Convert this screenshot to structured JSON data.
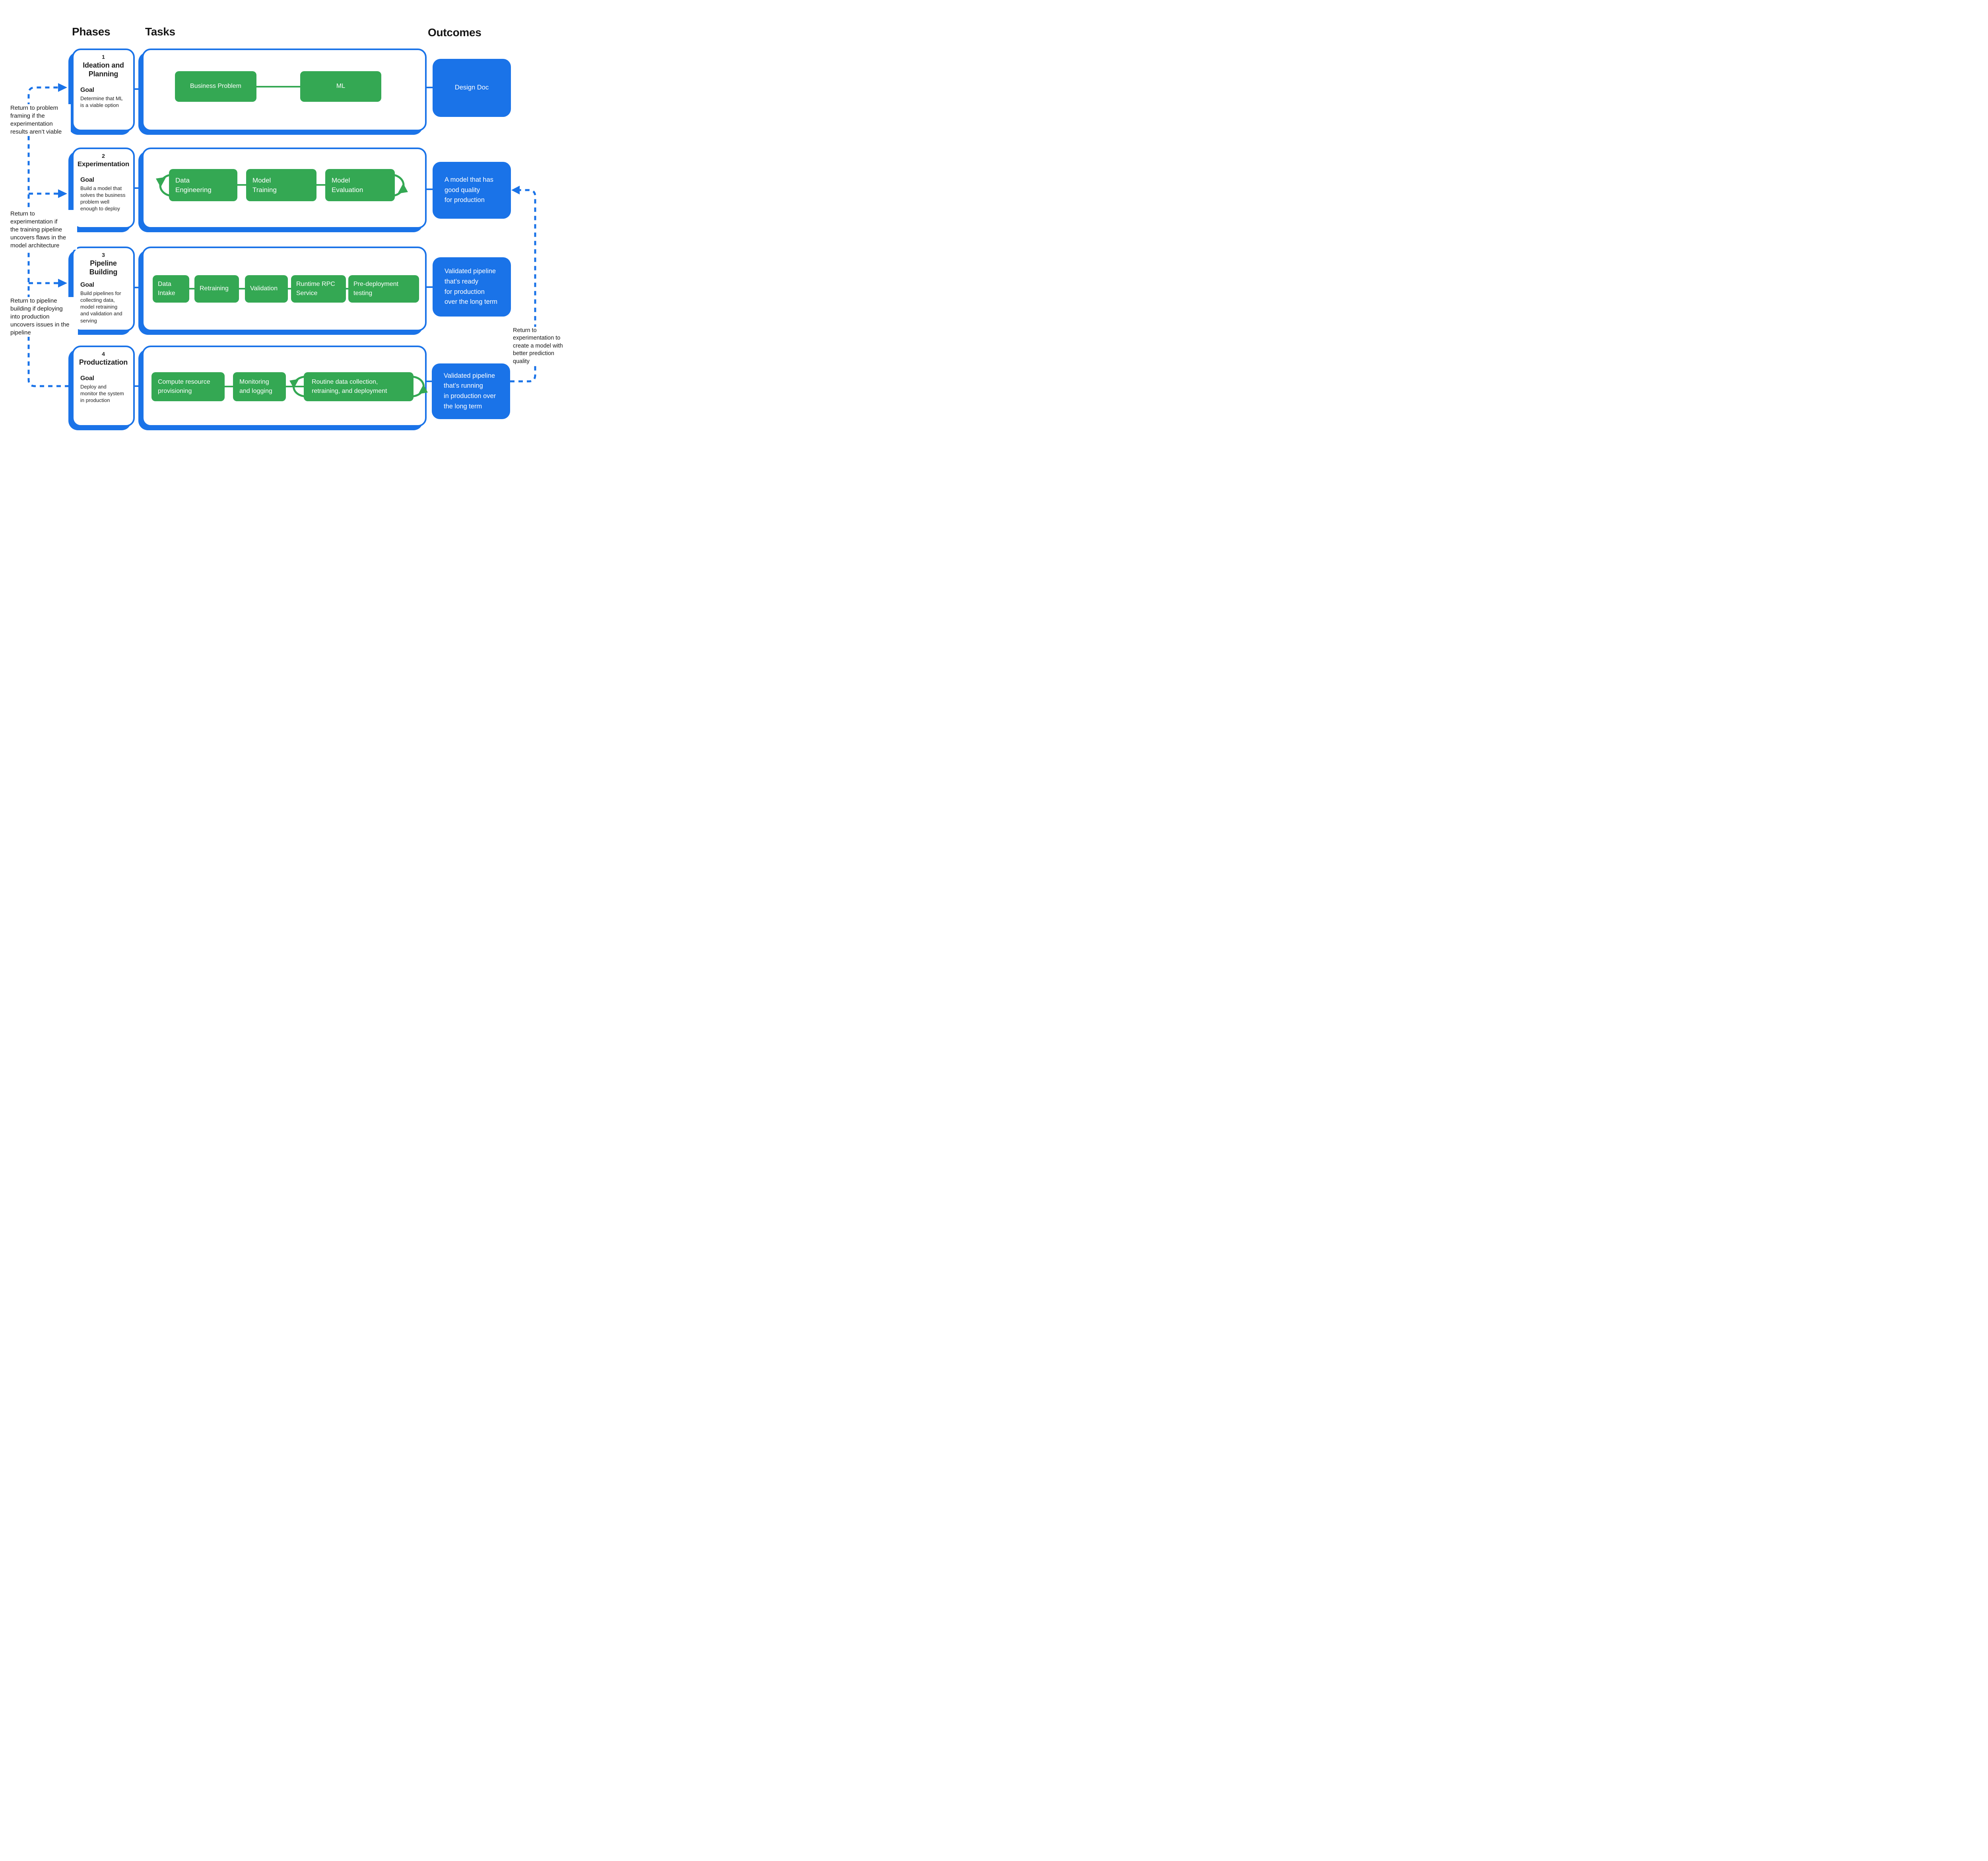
{
  "headers": {
    "phases": "Phases",
    "tasks": "Tasks",
    "outcomes": "Outcomes"
  },
  "colors": {
    "accent_blue": "#1a73e8",
    "accent_green": "#34a853",
    "text": "#1f1f1f"
  },
  "phases": [
    {
      "number": "1",
      "title": "Ideation and Planning",
      "goal_label": "Goal",
      "goal_text": "Determine that ML\nis a viable option",
      "tasks": [
        "Business Problem",
        "ML"
      ],
      "outcome": "Design Doc"
    },
    {
      "number": "2",
      "title": "Experimentation",
      "goal_label": "Goal",
      "goal_text": "Build a model that\nsolves the business\nproblem well\nenough to deploy",
      "tasks": [
        "Data\nEngineering",
        "Model\nTraining",
        "Model\nEvaluation"
      ],
      "outcome": "A model that has\ngood quality\nfor production"
    },
    {
      "number": "3",
      "title": "Pipeline Building",
      "goal_label": "Goal",
      "goal_text": "Build pipelines for\ncollecting data,\nmodel retraining\nand validation and\nserving",
      "tasks": [
        "Data\nIntake",
        "Retraining",
        "Validation",
        "Runtime RPC\nService",
        "Pre-deployment\ntesting"
      ],
      "outcome": "Validated pipeline\nthat’s ready\nfor production\nover the long term"
    },
    {
      "number": "4",
      "title": "Productization",
      "goal_label": "Goal",
      "goal_text": "Deploy and\nmonitor the system\nin production",
      "tasks": [
        "Compute resource\nprovisioning",
        "Monitoring\nand logging",
        "Routine data collection,\nretraining, and deployment"
      ],
      "outcome": "Validated pipeline\nthat’s running\nin production over\nthe long term"
    }
  ],
  "return_notes": {
    "to_problem_framing": "Return to problem\nframing if the\nexperimentation\nresults aren’t viable",
    "to_experimentation": "Return to\nexperimentation if\nthe training pipeline\nuncovers flaws in the\nmodel architecture",
    "to_pipeline_building": "Return to pipeline\nbuilding if deploying\ninto production\nuncovers issues in the\npipeline",
    "to_experimentation_for_quality": "Return to\nexperimentation to\ncreate a model with\nbetter prediction\nquality"
  }
}
